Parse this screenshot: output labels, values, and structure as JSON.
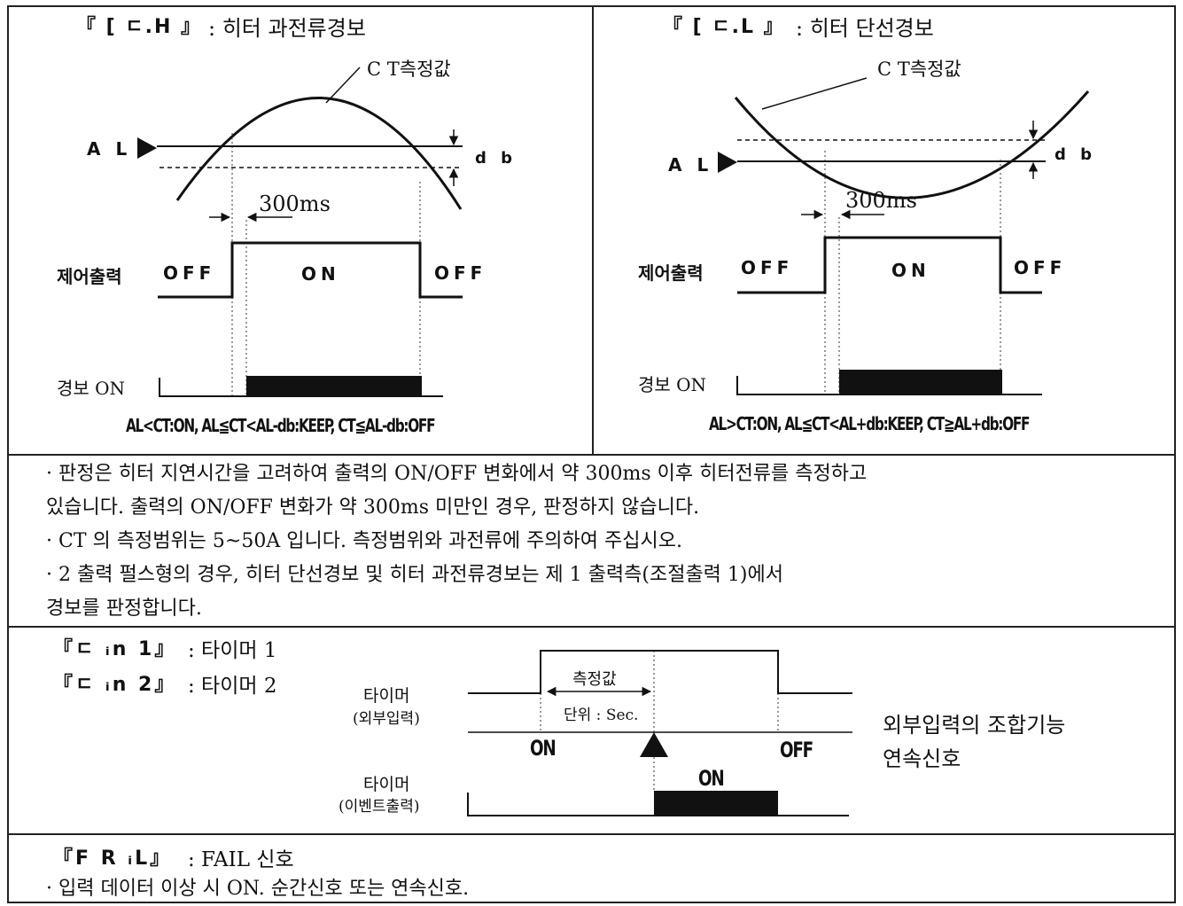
{
  "panel_ct_h": {
    "title_code": "『 [ ㄷ.H 』",
    "title_text": ": 히터 과전류경보",
    "curve_label": "C T측정값",
    "al_label": "A L",
    "db_label": "d b",
    "delay_label": "300ms",
    "output_label": "제어출력",
    "off_left": "OFF",
    "on_label": "ON",
    "off_right": "OFF",
    "alarm_label": "경보 ON",
    "formula": "AL<CT:ON,  AL≦CT<AL-db:KEEP,  CT≦AL-db:OFF"
  },
  "panel_ct_l": {
    "title_code": "『 [ ㄷ.L 』",
    "title_text": ": 히터 단선경보",
    "curve_label": "C T측정값",
    "al_label": "A L",
    "db_label": "d b",
    "delay_label": "300ms",
    "output_label": "제어출력",
    "off_left": "OFF",
    "on_label": "ON",
    "off_right": "OFF",
    "alarm_label": "경보 ON",
    "formula": "AL>CT:ON,  AL≦CT<AL+db:KEEP,  CT≧AL+db:OFF"
  },
  "notes": [
    "· 판정은 히터 지연시간을 고려하여 출력의 ON/OFF 변화에서 약 300ms 이후 히터전류를 측정하고",
    "  있습니다. 출력의 ON/OFF 변화가 약 300ms 미만인 경우, 판정하지 않습니다.",
    "· CT 의 측정범위는 5~50A 입니다. 측정범위와 과전류에 주의하여 주십시오.",
    "· 2 출력 펄스형의 경우, 히터 단선경보 및 히터 과전류경보는 제 1 출력측(조절출력 1)에서",
    "  경보를 판정합니다."
  ],
  "timer": {
    "line1_code": "『ㄷ ᵢn 1』",
    "line1_text": ": 타이머 1",
    "line2_code": "『ㄷ ᵢn 2』",
    "line2_text": ": 타이머 2",
    "input_label": "타이머",
    "input_sub": "(외부입력)",
    "output_label": "타이머",
    "output_sub": "(이벤트출력)",
    "setting_label": "측정값",
    "unit_label": "단위 : Sec.",
    "on_label": "ON",
    "off_label": "OFF",
    "out_on_label": "ON",
    "side_line1": "외부입력의 조합기능",
    "side_line2": "연속신호"
  },
  "fail": {
    "code": "『F R ᵢL』",
    "text": ": FAIL 신호",
    "note": "· 입력 데이터 이상 시 ON. 순간신호 또는 연속신호."
  }
}
